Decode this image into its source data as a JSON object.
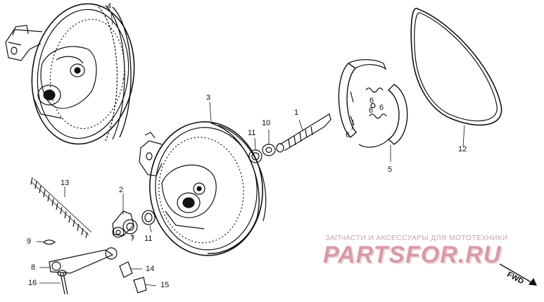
{
  "callouts": {
    "c1": "1",
    "c2": "2",
    "c3": "3",
    "c4": "4",
    "c5": "5",
    "c6": "6",
    "c6b": "6",
    "c6c": "6",
    "c6d": "6",
    "c7": "7",
    "c8": "8",
    "c9": "9",
    "c10": "10",
    "c11a": "11",
    "c11b": "11",
    "c12": "12",
    "c13": "13",
    "c14": "14",
    "c15": "15",
    "c16": "16"
  },
  "watermark": {
    "text": "ЗАПЧАСТИ И АКСЕССУАРЫ ДЛЯ МОТОТЕХНИКИ",
    "logo": "PARTSFOR.RU"
  },
  "direction": {
    "label": "FWD"
  },
  "colors": {
    "line": "#111111",
    "watermark_text": "#c8a7ab",
    "watermark_logo": "#d89aa6"
  }
}
